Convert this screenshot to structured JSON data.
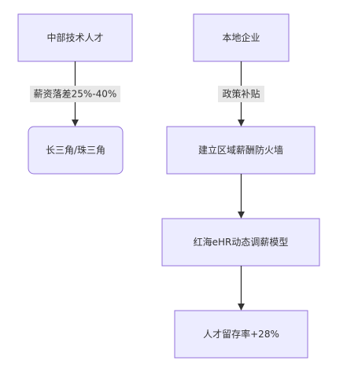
{
  "diagram": {
    "nodes": {
      "midTalent": "中部技术人才",
      "deltas": "长三角/珠三角",
      "localFirms": "本地企业",
      "firewall": "建立区域薪酬防火墙",
      "model": "红海eHR动态调薪模型",
      "retention": "人才留存率+28%"
    },
    "edges": {
      "salaryGap": "薪资落差25%-40%",
      "subsidy": "政策补贴"
    }
  }
}
